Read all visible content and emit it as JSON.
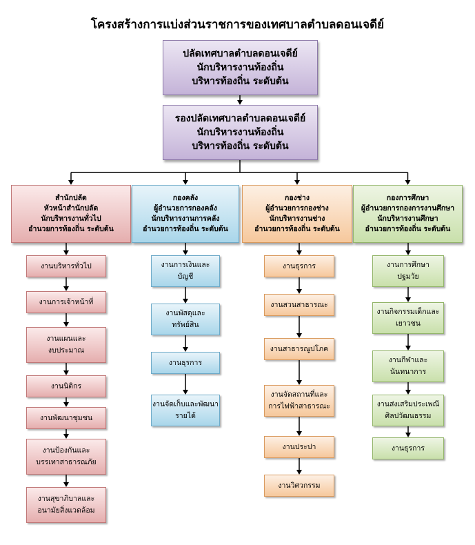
{
  "title": "โครงสร้างการแบ่งส่วนราชการของเทศบาลตำบลดอนเจดีย์",
  "top": {
    "lines": [
      "ปลัดเทศบาลตำบลดอนเจดีย์",
      "นักบริหารงานท้องถิ่น",
      "บริหารท้องถิ่น  ระดับต้น"
    ]
  },
  "deputy": {
    "lines": [
      "รองปลัดเทศบาลตำบลดอนเจดีย์",
      "นักบริหารงานท้องถิ่น",
      "บริหารท้องถิ่น  ระดับต้น"
    ]
  },
  "divisions": [
    {
      "theme": "red",
      "lines": [
        "สำนักปลัด",
        "หัวหน้าสำนักปลัด",
        "นักบริหารงานทั่วไป",
        "อำนวยการท้องถิ่น ระดับต้น"
      ],
      "units": [
        [
          "งานบริหารทั่วไป"
        ],
        [
          "งานการเจ้าหน้าที่"
        ],
        [
          "งานแผนและ",
          "งบประมาณ"
        ],
        [
          "งานนิติกร"
        ],
        [
          "งานพัฒนาชุมชน"
        ],
        [
          "งานป้องกันและ",
          "บรรเทาสาธารณภัย"
        ],
        [
          "งานสุขาภิบาลและ",
          "อนามัยสิ่งแวดล้อม"
        ]
      ]
    },
    {
      "theme": "blue",
      "lines": [
        "กองคลัง",
        "ผู้อำนวยการกองคลัง",
        "นักบริหารงานการคลัง",
        "อำนวยการท้องถิ่น  ระดับต้น"
      ],
      "units": [
        [
          "งานการเงินและ",
          "บัญชี"
        ],
        [
          "งานพัสดุและ",
          "ทรัพย์สิน"
        ],
        [
          "งานธุรการ"
        ],
        [
          "งานจัดเก็บและพัฒนา",
          "รายได้"
        ]
      ]
    },
    {
      "theme": "orange",
      "lines": [
        "กองช่าง",
        "ผู้อำนวยการกองช่าง",
        "นักบริหารงานช่าง",
        "อำนวยการท้องถิ่น  ระดับต้น"
      ],
      "units": [
        [
          "งานธุรการ"
        ],
        [
          "งานสวนสาธารณะ"
        ],
        [
          "งานสาธารณูปโภค"
        ],
        [
          "งานจัดสถานที่และ",
          "การไฟฟ้าสาธารณะ"
        ],
        [
          "งานประปา"
        ],
        [
          "งานวิศวกรรม"
        ]
      ]
    },
    {
      "theme": "green",
      "lines": [
        "กองการศึกษา",
        "ผู้อำนวยการกองการงานศึกษา",
        "นักบริหารงานศึกษา",
        "อำนวยการท้องถิ่น  ระดับต้น"
      ],
      "units": [
        [
          "งานการศึกษา",
          "ปฐมวัย"
        ],
        [
          "งานกิจกรรมเด็กและ",
          "เยาวชน"
        ],
        [
          "งานกีฬาและ",
          "นันทนาการ"
        ],
        [
          "งานส่งเสริมประเพณี",
          "ศิลปวัฒนธรรม"
        ],
        [
          "งานธุรการ"
        ]
      ]
    }
  ]
}
